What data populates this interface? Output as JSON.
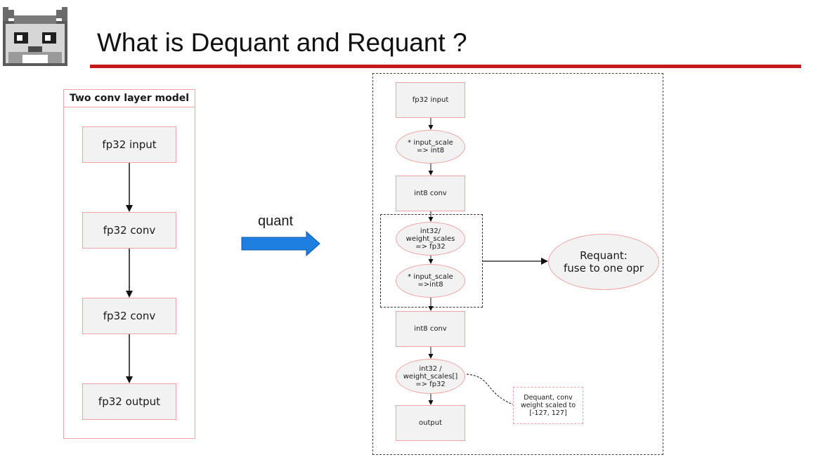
{
  "slide": {
    "title": "What is Dequant and Requant ?",
    "accent_color": "#c61a1a",
    "box_border_color": "#f0a3a3",
    "box_fill_color": "#f2f2f2",
    "arrow_color": "#1f7fe0",
    "logo_icon": "pixel-cat-icon"
  },
  "left_panel": {
    "title": "Two conv layer model",
    "nodes": [
      "fp32 input",
      "fp32 conv",
      "fp32 conv",
      "fp32 output"
    ]
  },
  "transform": {
    "label": "quant"
  },
  "right_panel": {
    "nodes": {
      "input": "fp32 input",
      "scale_in_1": "* input_scale\n=> int8",
      "conv1": "int8 conv",
      "dequant_1": "int32/ weight_scales\n=> fp32",
      "scale_in_2": "* input_scale\n=>int8",
      "conv2": "int8 conv",
      "dequant_2": "int32 /\nweight_scales[]\n=> fp32",
      "output": "output"
    },
    "requant_label": "Requant:\nfuse to one opr",
    "dequant_note": "Dequant, conv\nweight scaled to\n[-127, 127]"
  }
}
